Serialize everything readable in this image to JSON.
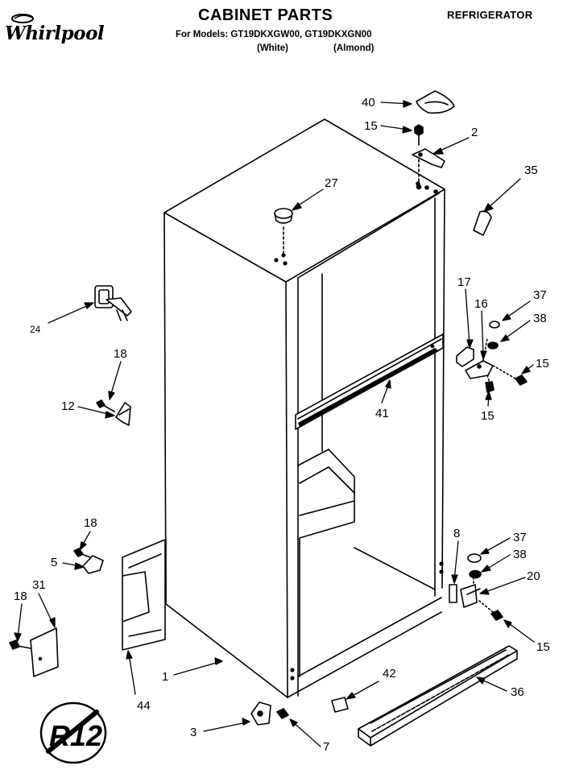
{
  "header": {
    "brand_logo": "Whirlpool",
    "title": "CABINET PARTS",
    "category": "REFRIGERATOR",
    "models_line": "For Models: GT19DKXGW00, GT19DKXGN00",
    "variant_white": "(White)",
    "variant_almond": "(Almond)"
  },
  "callouts": {
    "c40": "40",
    "c15_top": "15",
    "c2": "2",
    "c35": "35",
    "c27": "27",
    "c24": "24",
    "c18_a": "18",
    "c12": "12",
    "c17": "17",
    "c16": "16",
    "c37_a": "37",
    "c38_a": "38",
    "c15_b": "15",
    "c15_c": "15",
    "c41": "41",
    "c18_b": "18",
    "c5": "5",
    "c31": "31",
    "c18_c": "18",
    "c8": "8",
    "c37_b": "37",
    "c38_b": "38",
    "c20": "20",
    "c15_d": "15",
    "c42": "42",
    "c36": "36",
    "c1": "1",
    "c44": "44",
    "c3": "3",
    "c7": "7"
  },
  "refrigerant_badge": "R12",
  "colors": {
    "ink": "#000000",
    "paper": "#ffffff"
  }
}
